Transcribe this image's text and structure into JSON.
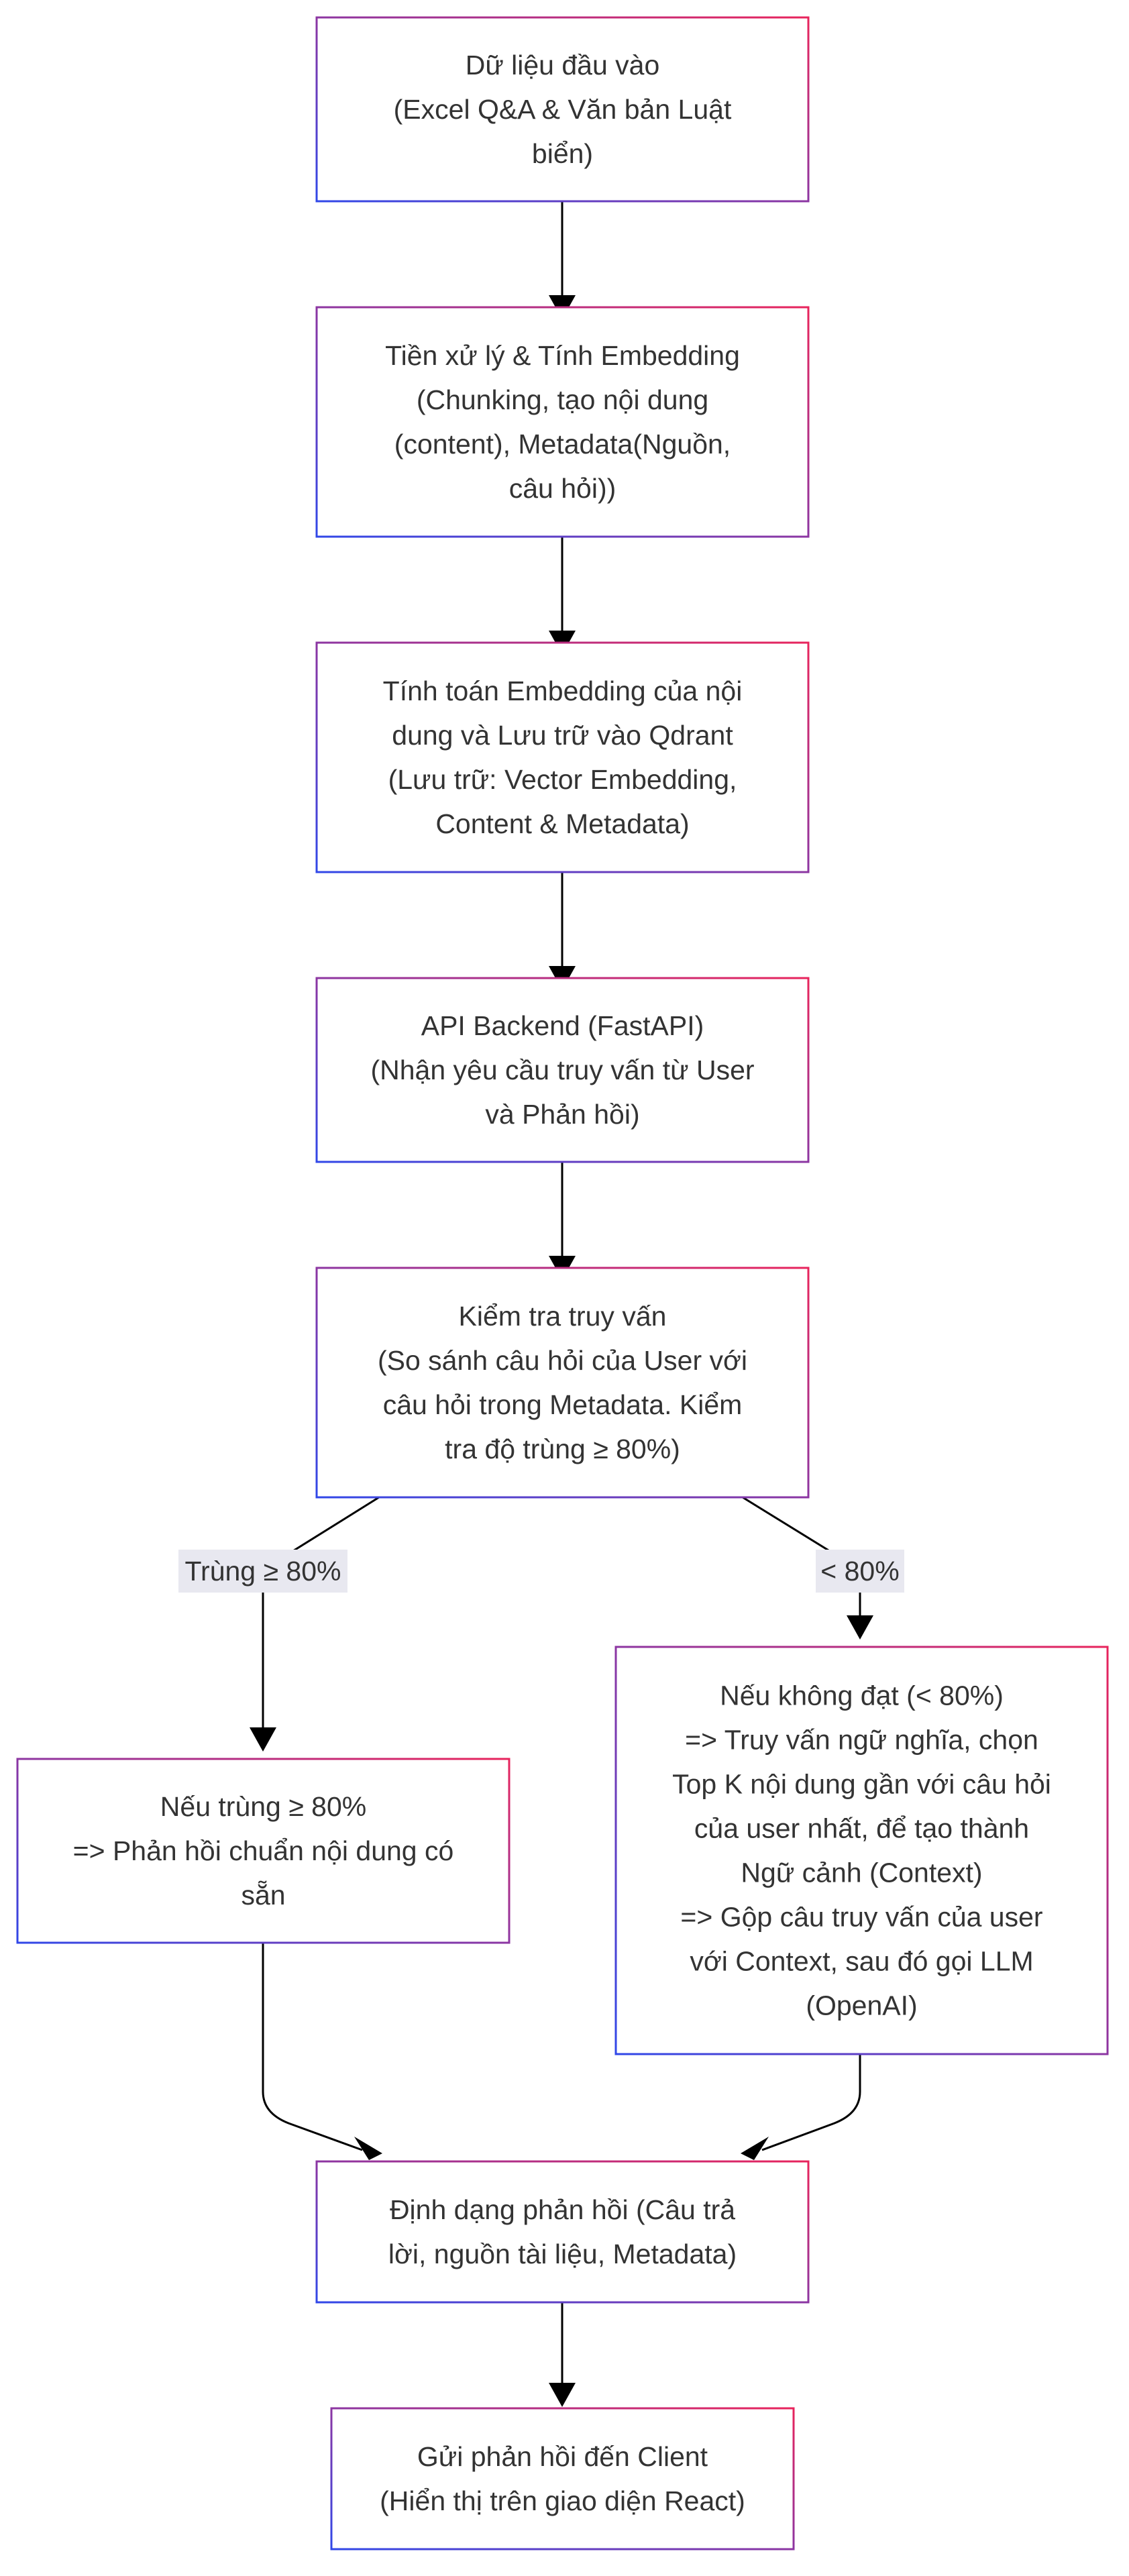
{
  "colors": {
    "border_start": "#3047e8",
    "border_end": "#e8245c",
    "edge": "#000000",
    "label_bg": "#e8e8f0",
    "text": "#333333"
  },
  "nodes": [
    {
      "id": "input-data",
      "lines": [
        "Dữ liệu đầu vào",
        "(Excel Q&A & Văn bản Luật",
        "biển)"
      ]
    },
    {
      "id": "preprocess",
      "lines": [
        "Tiền xử lý & Tính Embedding",
        "(Chunking, tạo nội dung",
        "(content), Metadata(Nguồn,",
        "câu hỏi))"
      ]
    },
    {
      "id": "embedding-store",
      "lines": [
        "Tính toán Embedding của nội",
        "dung và Lưu trữ vào Qdrant",
        "(Lưu trữ: Vector Embedding,",
        "Content & Metadata)"
      ]
    },
    {
      "id": "api-backend",
      "lines": [
        "API Backend (FastAPI)",
        "(Nhận yêu cầu truy vấn từ User",
        "và Phản hồi)"
      ]
    },
    {
      "id": "query-check",
      "lines": [
        "Kiểm tra truy vấn",
        "(So sánh câu hỏi của User với",
        "câu hỏi trong Metadata. Kiểm",
        "tra độ trùng ≥ 80%)"
      ]
    },
    {
      "id": "match-response",
      "lines": [
        "Nếu trùng ≥ 80%",
        "=> Phản hồi chuẩn nội dung có",
        "sẵn"
      ]
    },
    {
      "id": "semantic-search",
      "lines": [
        "Nếu không đạt (< 80%)",
        "=> Truy vấn ngữ nghĩa, chọn",
        "Top K nội dung gần với câu hỏi",
        "của user nhất, để tạo thành",
        "Ngữ cảnh (Context)",
        "=> Gộp câu truy vấn của user",
        "với Context, sau đó gọi LLM",
        "(OpenAI)"
      ]
    },
    {
      "id": "format-response",
      "lines": [
        "Định dạng phản hồi (Câu trả",
        "lời, nguồn tài liệu, Metadata)"
      ]
    },
    {
      "id": "send-client",
      "lines": [
        "Gửi phản hồi đến Client",
        "(Hiển thị trên giao diện React)"
      ]
    }
  ],
  "edge_labels": {
    "match": "Trùng ≥ 80%",
    "no_match": "< 80%"
  }
}
